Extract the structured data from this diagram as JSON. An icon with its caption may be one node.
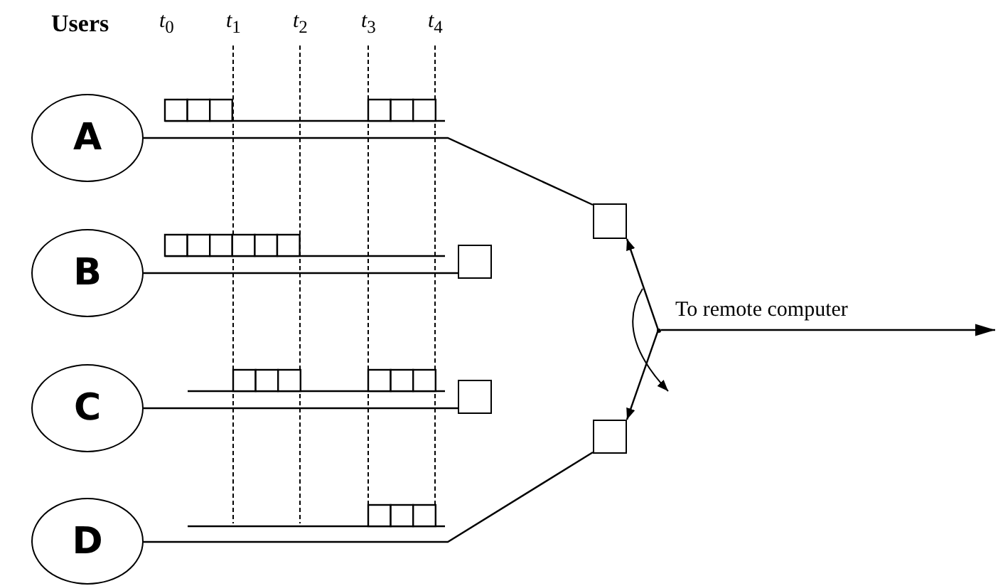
{
  "diagram": {
    "nodes": [
      {
        "text": [
          "A"
        ]
      },
      {
        "text": [
          "B"
        ]
      },
      {
        "text": [
          "C"
        ]
      },
      {
        "text": [
          "D"
        ]
      },
      {
        "text": [],
        "shape": "box"
      },
      {
        "text": [],
        "shape": "box"
      },
      {
        "text": [],
        "shape": "box"
      },
      {
        "text": [],
        "shape": "box"
      },
      {
        "text": [],
        "shape": "point"
      }
    ],
    "edges": [
      {
        "from": 0,
        "to": 4,
        "arrow": "none"
      },
      {
        "from": 1,
        "to": 5,
        "arrow": "none"
      },
      {
        "from": 2,
        "to": 6,
        "arrow": "none"
      },
      {
        "from": 3,
        "to": 7,
        "arrow": "none"
      },
      {
        "from": 8,
        "to": 4,
        "arrow": "to"
      },
      {
        "from": 8,
        "to": 7,
        "arrow": "to"
      },
      {
        "from": 8,
        "to": null,
        "arrow": "to",
        "label": "To remote computer"
      }
    ],
    "labels": [
      "Users",
      "*t*$_{0}$",
      "*t*$_{1}$",
      "*t*$_{2}$",
      "*t*$_{3}$",
      "*t*$_{4}$"
    ]
  }
}
